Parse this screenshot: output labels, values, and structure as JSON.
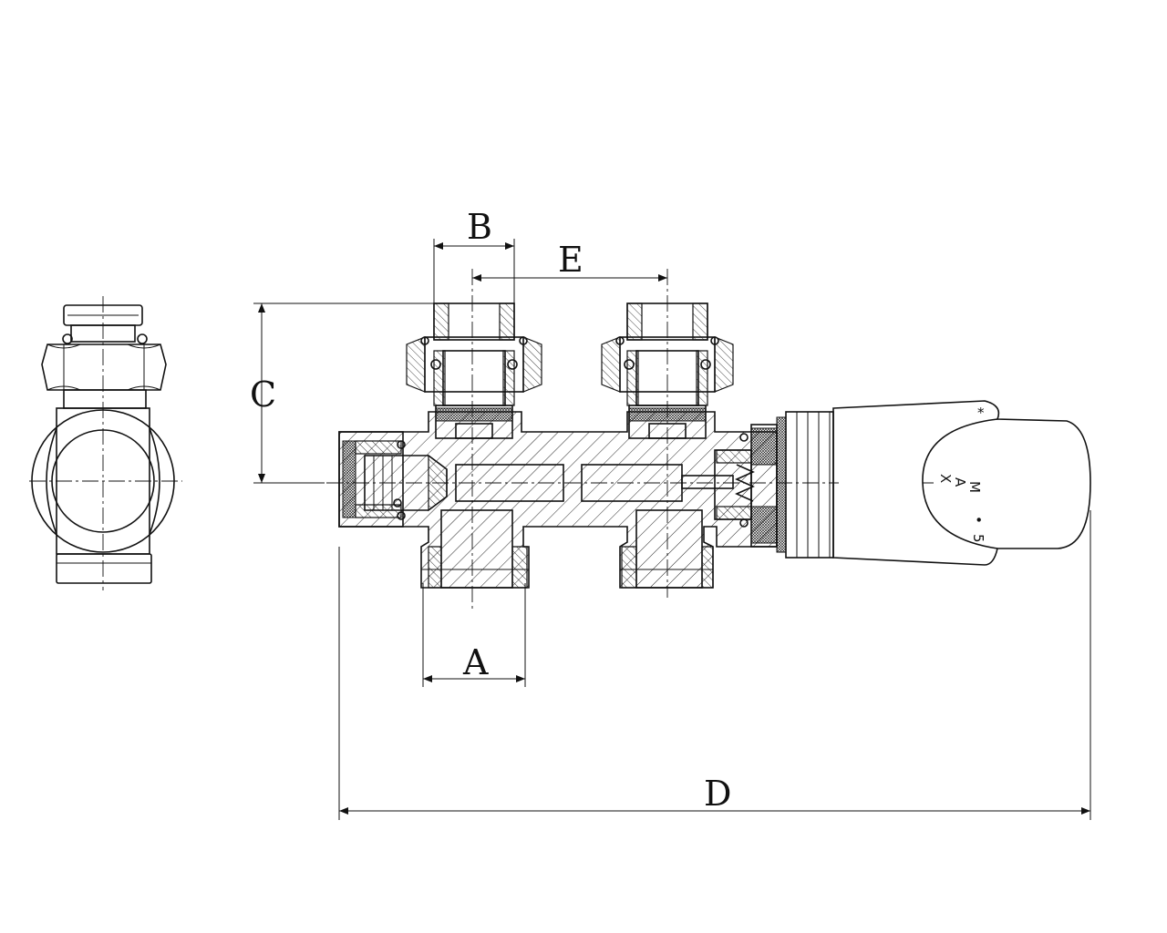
{
  "drawing": {
    "dimension_labels": {
      "a": "A",
      "b": "B",
      "c": "C",
      "d": "D",
      "e": "E"
    },
    "knob_markings": {
      "max_m": "M",
      "max_a": "A",
      "max_x": "X",
      "dot": "•",
      "five": "5",
      "star": "*"
    },
    "line_color": "#111111",
    "background_color": "#ffffff"
  }
}
